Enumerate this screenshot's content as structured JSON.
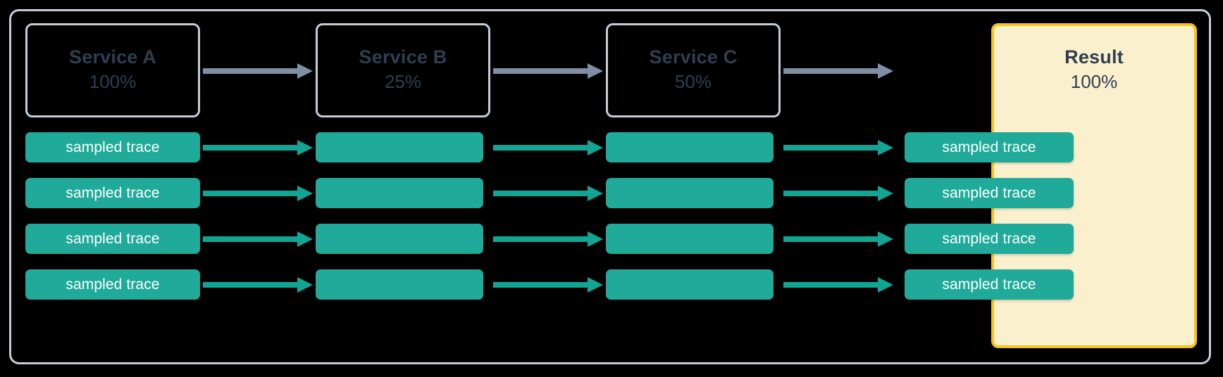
{
  "diagram": {
    "title_semantic": "trace-sampling-pipeline",
    "colors": {
      "background": "#000000",
      "frame_border": "#c3cdd9",
      "service_border": "#c3cdd9",
      "service_text": "#2f3e50",
      "trace_bar": "#20aa9a",
      "trace_text": "#ffffff",
      "result_panel_bg": "#fbf0cd",
      "result_panel_border": "#f5c518",
      "gray_arrow": "#7e8fa3",
      "teal_arrow": "#13a594"
    },
    "columns": [
      {
        "id": "service-a",
        "label": "Service A",
        "percent": "100%",
        "highlight": false,
        "bar_label": "sampled trace"
      },
      {
        "id": "service-b",
        "label": "Service B",
        "percent": "25%",
        "highlight": false,
        "bar_label": ""
      },
      {
        "id": "service-c",
        "label": "Service C",
        "percent": "50%",
        "highlight": false,
        "bar_label": ""
      },
      {
        "id": "result",
        "label": "Result",
        "percent": "100%",
        "highlight": true,
        "bar_label": "sampled trace"
      }
    ],
    "rows": [
      {
        "id": "trace-row-1"
      },
      {
        "id": "trace-row-2"
      },
      {
        "id": "trace-row-3"
      },
      {
        "id": "trace-row-4"
      }
    ],
    "arrows": {
      "service_arrow_count": 3,
      "trace_arrow_count": 12,
      "direction": "right"
    }
  }
}
